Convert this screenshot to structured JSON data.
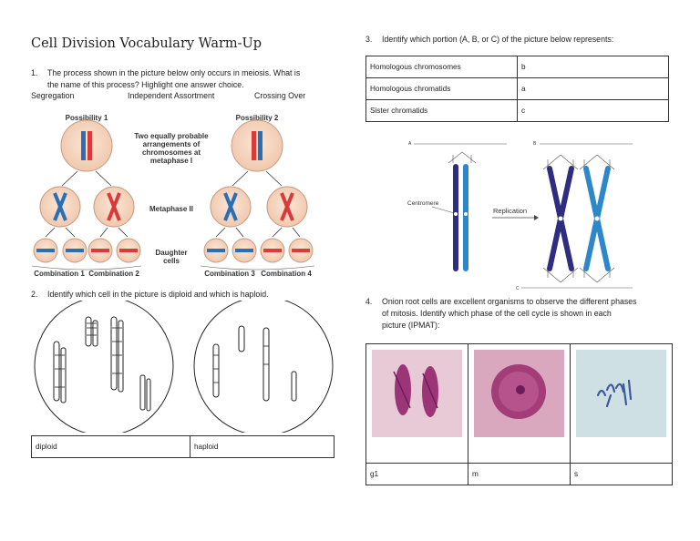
{
  "title": "Cell Division Vocabulary Warm-Up",
  "q1": {
    "number": "1.",
    "text_line1": "The process shown in the picture below only occurs in meiosis.  What is",
    "text_line2": "the name of this process?  Highlight one answer choice.",
    "choices": [
      "Segregation",
      "Independent Assortment",
      "Crossing Over"
    ],
    "figure": {
      "possibility1": "Possibility 1",
      "possibility2": "Possibility 2",
      "center_label_lines": [
        "Two equally probable",
        "arrangements of",
        "chromosomes at",
        "metaphase I"
      ],
      "metaphase2": "Metaphase II",
      "daughter_lines": [
        "Daughter",
        "cells"
      ],
      "combos": [
        "Combination 1",
        "Combination 2",
        "Combination 3",
        "Combination 4"
      ]
    }
  },
  "q2": {
    "number": "2.",
    "text": "Identify which cell in the picture is diploid and which is haploid.",
    "answers": [
      "diploid",
      "haploid"
    ]
  },
  "q3": {
    "number": "3.",
    "text": "Identify which portion (A, B, or C) of the picture below represents:",
    "rows": [
      {
        "term": "Homologous chromosomes",
        "answer": "b"
      },
      {
        "term": "Homologous chromatids",
        "answer": "a"
      },
      {
        "term": "Sister chromatids",
        "answer": "c"
      }
    ],
    "figure": {
      "a": "A",
      "b": "B",
      "c": "C",
      "centromere": "Centromere",
      "replication": "Replication"
    }
  },
  "q4": {
    "number": "4.",
    "text_line1": "Onion root cells are excellent organisms to observe the different phases",
    "text_line2": "of mitosis.  Identify which phase of the cell cycle  is shown in each",
    "text_line3": "picture (IPMAT):",
    "answers": [
      "g1",
      "m",
      "s"
    ]
  }
}
